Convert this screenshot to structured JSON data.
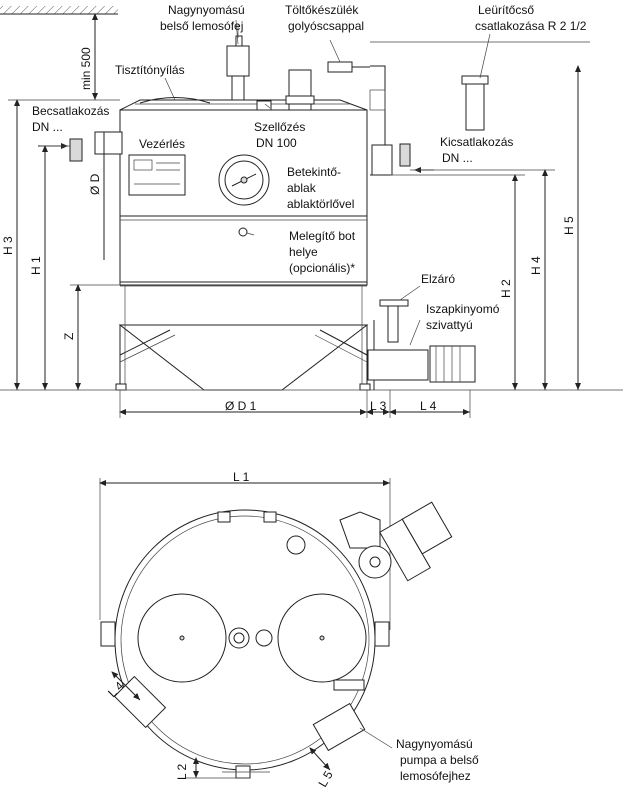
{
  "labels": {
    "nozzle": "Nagynyomású",
    "nozzle2": "belső lemosófej",
    "cleaning": "Tisztítónyílás",
    "filler": "Töltőkészülék",
    "filler2": "golyóscsappal",
    "drain": "Leürítőcső",
    "drain2": "csatlakozása R 2 1/2",
    "inlet": "Becsatlakozás",
    "inlet2": "DN ...",
    "vent": "Szellőzés",
    "vent2": "DN 100",
    "outlet": "Kicsatlakozás",
    "outlet2": "DN ...",
    "control": "Vezérlés",
    "window": "Betekintő-",
    "window2": "ablak",
    "window3": "ablaktörlővel",
    "heater": "Melegítő bot",
    "heater2": "helye",
    "heater3": "(opcionális)*",
    "valve": "Elzáró",
    "pump": "Iszapkinyomó",
    "pump2": "szivattyú",
    "hppump": "Nagynyomású",
    "hppump2": "pumpa a belső",
    "hppump3": "lemosófejhez"
  },
  "dims": {
    "min500": "min 500",
    "od": "Ø D",
    "h3": "H 3",
    "h1": "H 1",
    "z": "Z",
    "od1": "Ø D 1",
    "l3": "L 3",
    "l4": "L 4",
    "h2": "H 2",
    "h4": "H 4",
    "h5": "H 5",
    "l1": "L 1",
    "l4b": "L 4",
    "l2": "L 2",
    "l5": "L 5"
  }
}
